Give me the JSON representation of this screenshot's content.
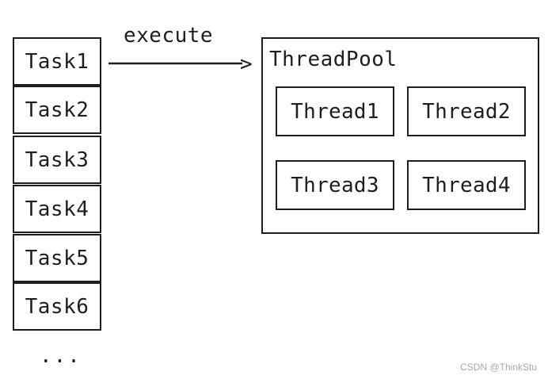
{
  "tasks": [
    "Task1",
    "Task2",
    "Task3",
    "Task4",
    "Task5",
    "Task6"
  ],
  "ellipsis": "...",
  "arrow": {
    "label": "execute",
    "head": ">"
  },
  "pool": {
    "title": "ThreadPool",
    "threads": [
      "Thread1",
      "Thread2",
      "Thread3",
      "Thread4"
    ]
  },
  "watermark": "CSDN @ThinkStu",
  "colors": {
    "stroke": "#1e1e1e",
    "watermark": "#a8a8a8",
    "background": "#ffffff"
  }
}
